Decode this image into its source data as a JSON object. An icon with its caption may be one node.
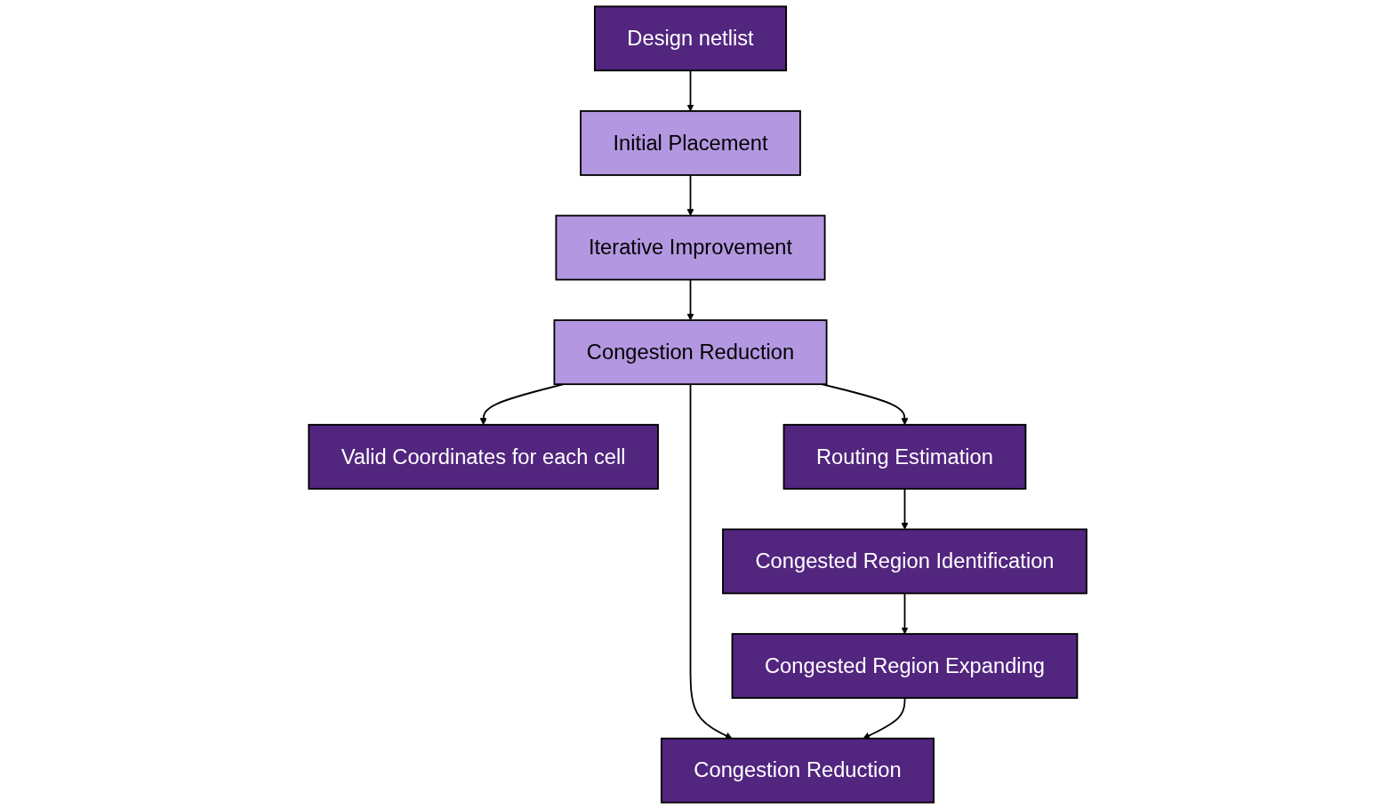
{
  "diagram": {
    "nodes": [
      {
        "text": [
          "Design netlist"
        ]
      },
      {
        "text": [
          "Initial Placement"
        ]
      },
      {
        "text": [
          "Iterative Improvement"
        ]
      },
      {
        "text": [
          "Congestion Reduction"
        ]
      },
      {
        "text": [
          "Valid Coordinates for each cell"
        ]
      },
      {
        "text": [
          "Routing Estimation"
        ]
      },
      {
        "text": [
          "Congested Region Identification"
        ]
      },
      {
        "text": [
          "Congested Region Expanding"
        ]
      },
      {
        "text": [
          "Congestion Reduction"
        ]
      }
    ],
    "edges": [
      {
        "from": 0,
        "to": 1,
        "arrow": "to"
      },
      {
        "from": 1,
        "to": 2,
        "arrow": "to"
      },
      {
        "from": 2,
        "to": 3,
        "arrow": "to"
      },
      {
        "from": 3,
        "to": 4,
        "arrow": "to"
      },
      {
        "from": 3,
        "to": 5,
        "arrow": "to"
      },
      {
        "from": 3,
        "to": 8,
        "arrow": "to"
      },
      {
        "from": 5,
        "to": 6,
        "arrow": "to"
      },
      {
        "from": 6,
        "to": 7,
        "arrow": "to"
      },
      {
        "from": 7,
        "to": 8,
        "arrow": "to"
      }
    ]
  }
}
